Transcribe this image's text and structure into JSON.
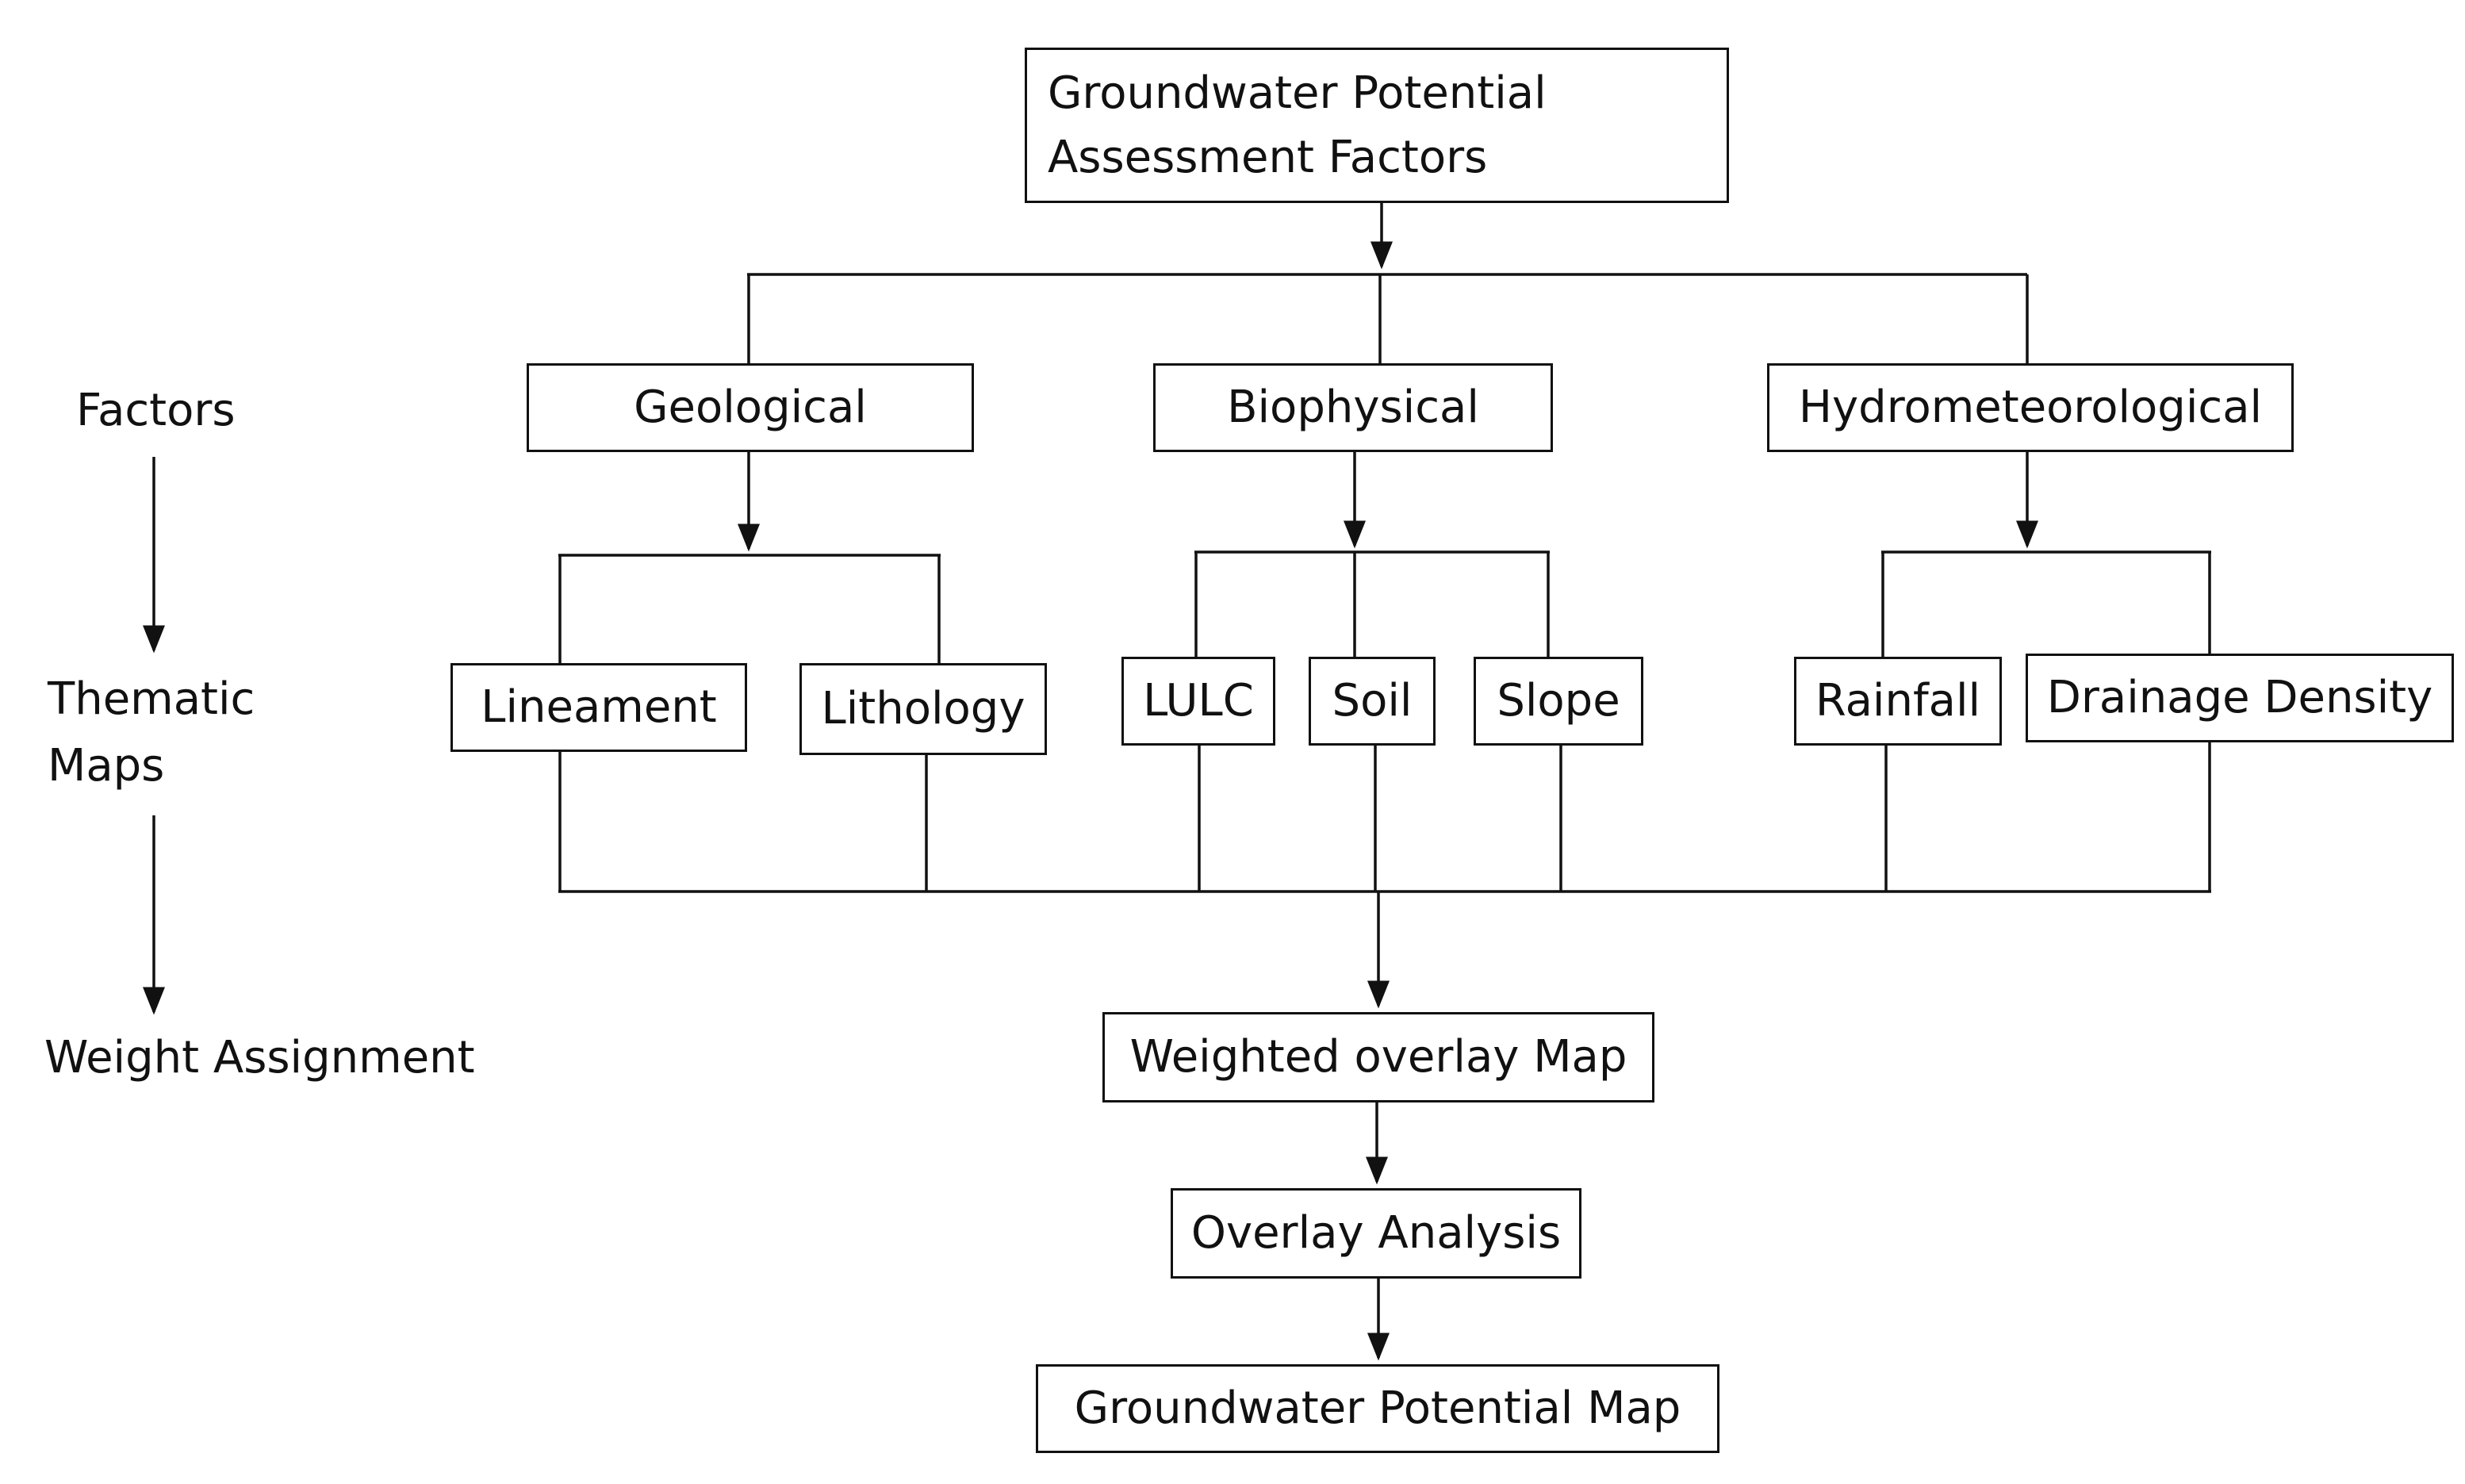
{
  "stages": {
    "factors": "Factors",
    "thematic_maps_1": "Thematic",
    "thematic_maps_2": "Maps",
    "weight_assignment": "Weight Assignment"
  },
  "nodes": {
    "root_line1": "Groundwater Potential",
    "root_line2": "Assessment Factors",
    "geological": "Geological",
    "biophysical": "Biophysical",
    "hydrometeorological": "Hydrometeorological",
    "lineament": "Lineament",
    "lithology": "Lithology",
    "lulc": "LULC",
    "soil": "Soil",
    "slope": "Slope",
    "rainfall": "Rainfall",
    "drainage_density": "Drainage Density",
    "weighted_overlay_map": "Weighted overlay Map",
    "overlay_analysis": "Overlay Analysis",
    "groundwater_potential_map": "Groundwater Potential Map"
  },
  "colors": {
    "stroke": "#111111",
    "background": "#ffffff"
  }
}
